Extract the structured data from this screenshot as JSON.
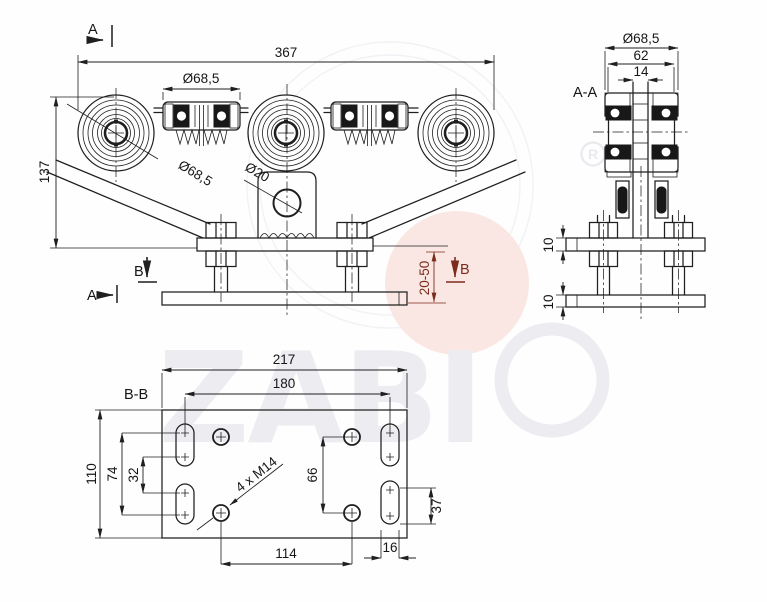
{
  "colors": {
    "line": "#1f1f1f",
    "accent_red": "#7c2c1c",
    "watermark_gray": "#ececf1",
    "watermark_pink": "#fae7e3",
    "background": "#fefefe"
  },
  "watermark": {
    "brand": "ZABI",
    "registered_mark": "R"
  },
  "front_view": {
    "section_markers": {
      "a_top": "A",
      "a_bottom": "A",
      "b_left": "B",
      "b_right": "B"
    },
    "dim_overall_width": "367",
    "dim_height": "137",
    "dim_roller_dia_top": "Ø68,5",
    "dim_roller_dia_diag": "Ø68,5",
    "dim_pin_dia": "Ø20",
    "dim_adjustment_range": "20-50"
  },
  "section_aa": {
    "label": "A-A",
    "dim_outer_dia": "Ø68,5",
    "dim_groove_width": "62",
    "dim_web_width": "14",
    "dim_plate_upper_thickness": "10",
    "dim_plate_lower_thickness": "10"
  },
  "section_bb": {
    "label": "B-B",
    "dim_plate_width": "217",
    "dim_slot_span_h": "180",
    "dim_plate_height": "110",
    "dim_slot_span_v": "74",
    "dim_slot_pitch_v": "32",
    "dim_hole_span_v": "66",
    "dim_hole_span_h": "114",
    "dim_slot_width": "16",
    "dim_slot_length": "37",
    "thread_callout": "4 x M14"
  }
}
